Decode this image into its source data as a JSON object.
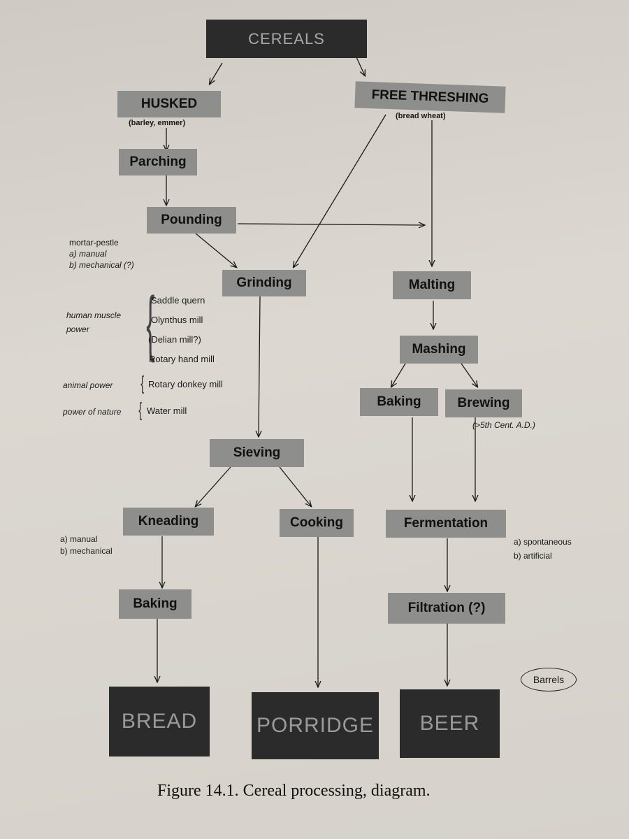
{
  "nodes": {
    "cereals": "CEREALS",
    "husked": "HUSKED",
    "husked_sub": "(barley, emmer)",
    "free_threshing": "FREE THRESHING",
    "free_threshing_sub": "(bread wheat)",
    "parching": "Parching",
    "pounding": "Pounding",
    "grinding": "Grinding",
    "malting": "Malting",
    "mashing": "Mashing",
    "baking_right": "Baking",
    "brewing": "Brewing",
    "brewing_note": "(>5th Cent. A.D.)",
    "sieving": "Sieving",
    "kneading": "Kneading",
    "cooking": "Cooking",
    "fermentation": "Fermentation",
    "baking_left": "Baking",
    "filtration": "Filtration (?)",
    "bread": "BREAD",
    "porridge": "PORRIDGE",
    "beer": "BEER"
  },
  "annotations": {
    "pounding_method": "mortar-pestle",
    "pounding_a": "a) manual",
    "pounding_b": "b) mechanical (?)",
    "human_power_1": "human muscle",
    "human_power_2": "power",
    "mill_1": "Saddle quern",
    "mill_2": "Olynthus mill",
    "mill_3": "(Delian mill?)",
    "mill_4": "Rotary hand mill",
    "animal_power": "animal power",
    "animal_mill": "Rotary donkey mill",
    "nature_power": "power of nature",
    "nature_mill": "Water mill",
    "kneading_a": "a) manual",
    "kneading_b": "b) mechanical",
    "ferment_a": "a) spontaneous",
    "ferment_b": "b) artificial",
    "barrels": "Barrels"
  },
  "caption": "Figure 14.1.  Cereal processing, diagram."
}
